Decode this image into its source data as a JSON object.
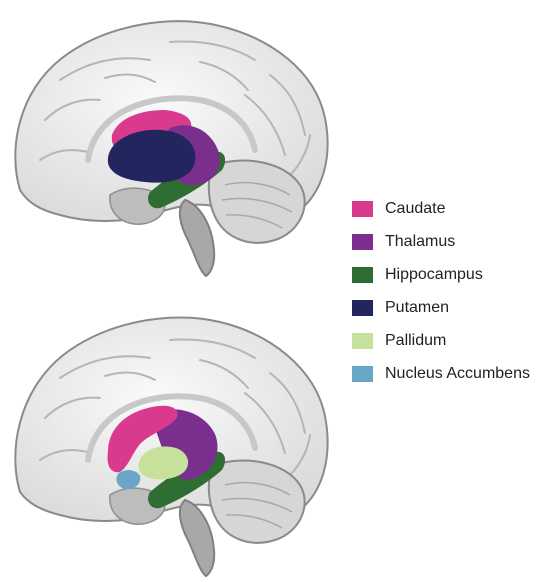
{
  "legend": {
    "items": [
      {
        "label": "Caudate",
        "color": "#d93a8e"
      },
      {
        "label": "Thalamus",
        "color": "#7a2e8e"
      },
      {
        "label": "Hippocampus",
        "color": "#2e6e33"
      },
      {
        "label": "Putamen",
        "color": "#22255e"
      },
      {
        "label": "Pallidum",
        "color": "#c6e19c"
      },
      {
        "label": "Nucleus Accumbens",
        "color": "#6aa6c8"
      }
    ]
  },
  "colors": {
    "cortex": "#ececec",
    "cortex_outline": "#8a8a8a",
    "white_matter": "#f7f7f7",
    "cerebellum": "#d6d6d6",
    "brainstem": "#9a9a9a"
  }
}
